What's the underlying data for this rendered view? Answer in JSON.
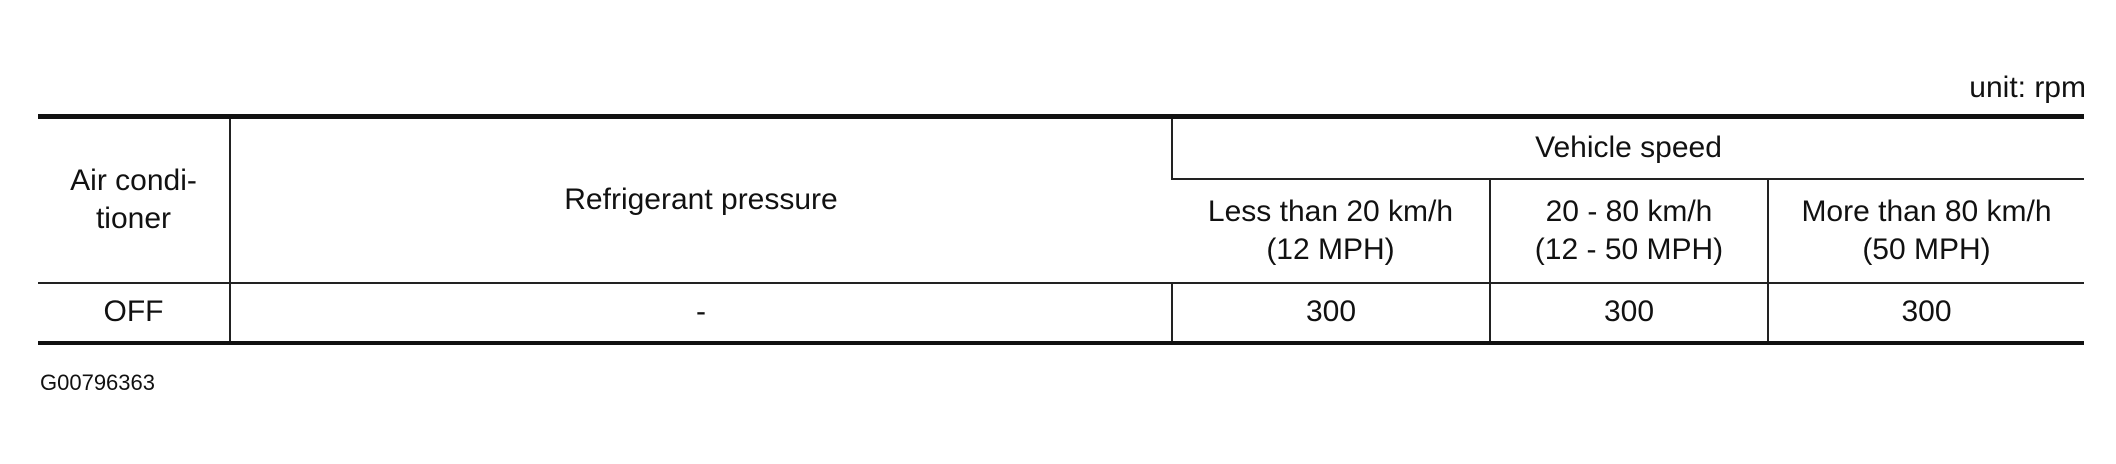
{
  "unit_label": "unit: rpm",
  "table": {
    "header": {
      "air_conditioner": [
        "Air condi-",
        "tioner"
      ],
      "refrigerant_pressure": "Refrigerant pressure",
      "vehicle_speed": "Vehicle speed",
      "speed_columns": [
        {
          "line1": "Less than 20 km/h",
          "line2": "(12 MPH)"
        },
        {
          "line1": "20 - 80 km/h",
          "line2": "(12 - 50 MPH)"
        },
        {
          "line1": "More than 80 km/h",
          "line2": "(50 MPH)"
        }
      ]
    },
    "rows": [
      {
        "air_conditioner": "OFF",
        "refrigerant_pressure": "-",
        "speeds": [
          "300",
          "300",
          "300"
        ]
      }
    ]
  },
  "figure_id": "G00796363"
}
